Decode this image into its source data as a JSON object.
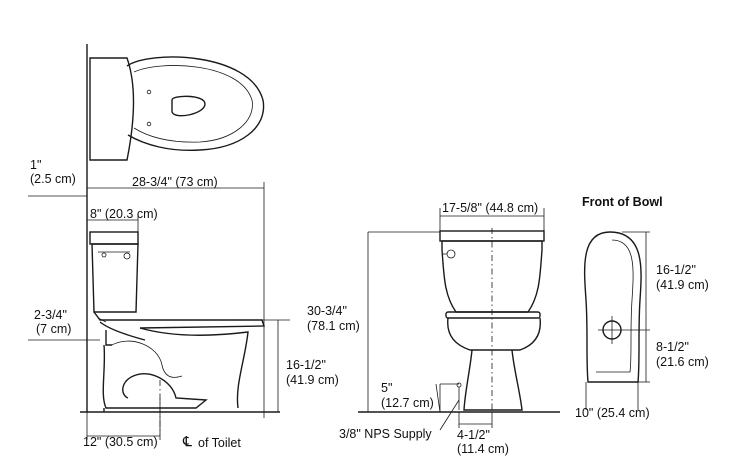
{
  "labels": {
    "front_of_bowl": "Front of Bowl",
    "top_offset": [
      "1\"",
      "(2.5 cm)"
    ],
    "overall_depth": "28-3/4\" (73 cm)",
    "tank_depth": "8\" (20.3 cm)",
    "back_clearance": [
      "2-3/4\"",
      "(7 cm)"
    ],
    "overall_height": [
      "30-3/4\"",
      "(78.1 cm)"
    ],
    "seat_height_side": [
      "16-1/2\"",
      "(41.9 cm)"
    ],
    "rough_in": "12\" (30.5 cm)",
    "centerline": "of Toilet",
    "centerline_symbol": "℄",
    "tank_width": "17-5/8\" (44.8 cm)",
    "supply_height": [
      "5\"",
      "(12.7 cm)"
    ],
    "supply_label": "3/8\" NPS Supply",
    "supply_offset": [
      "4-1/2\"",
      "(11.4 cm)"
    ],
    "bowl_length": [
      "16-1/2\"",
      "(41.9 cm)"
    ],
    "bowl_front": [
      "8-1/2\"",
      "(21.6 cm)"
    ],
    "bowl_width": "10\" (25.4 cm)"
  }
}
